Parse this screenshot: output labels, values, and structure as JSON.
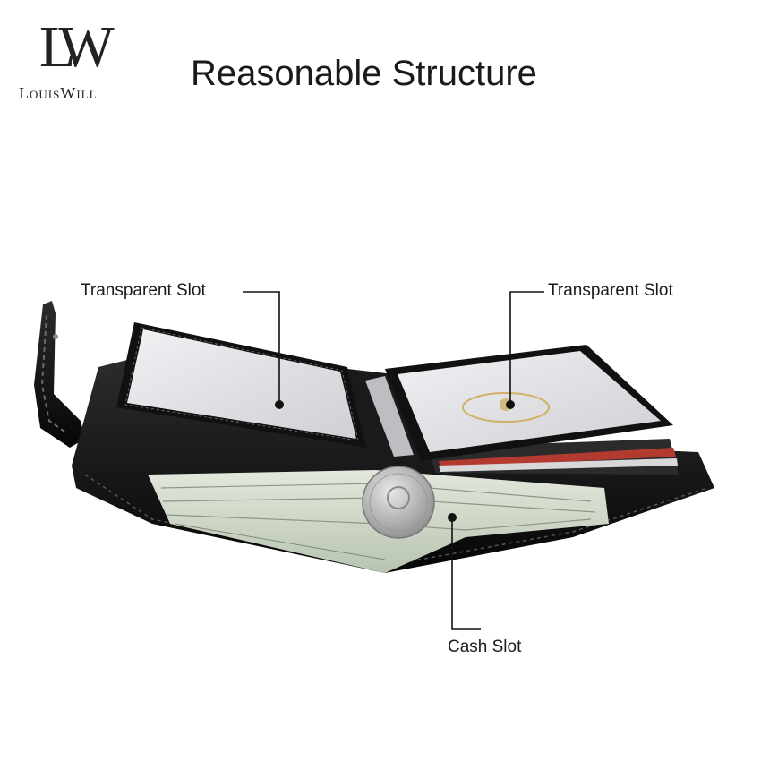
{
  "brand": {
    "logo_mark": "LW",
    "logo_text": "LouisWill"
  },
  "header": {
    "title": "Reasonable Structure"
  },
  "callouts": {
    "left_slot": "Transparent Slot",
    "right_slot": "Transparent Slot",
    "cash_slot": "Cash Slot"
  },
  "colors": {
    "wallet_leather": "#111111",
    "transparent_sheet": "#dfdfe3",
    "cash_green": "#c8d2c0",
    "coin_silver": "#bfbfbf",
    "leader_line": "#111111"
  }
}
